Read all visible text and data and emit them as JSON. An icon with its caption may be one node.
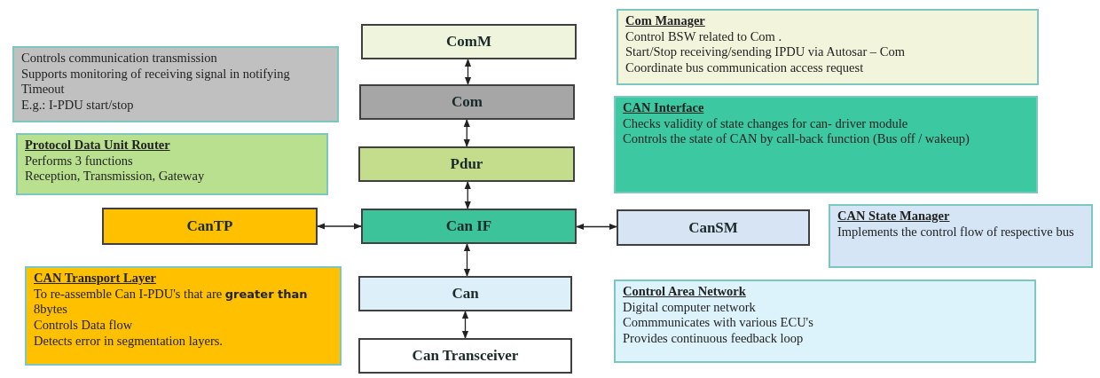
{
  "diagram": {
    "nodes": [
      {
        "text": [
          "ComM"
        ]
      },
      {
        "text": [
          "Com Manager",
          "Control BSW related to Com .",
          "Start/Stop receiving/sending IPDU via Autosar – Com",
          "Coordinate bus communication access request"
        ]
      },
      {
        "text": [
          "Controls communication transmission",
          "Supports monitoring of receiving signal in notifying Timeout",
          "E.g.: I-PDU start/stop"
        ]
      },
      {
        "text": [
          "Com"
        ]
      },
      {
        "text": [
          "CAN Interface",
          "Checks validity of state changes for can- driver module",
          "Controls the state of CAN by call-back function (Bus off / wakeup)"
        ]
      },
      {
        "text": [
          "Protocol Data Unit Router",
          "Performs 3 functions",
          "Reception, Transmission, Gateway"
        ]
      },
      {
        "text": [
          "Pdur"
        ]
      },
      {
        "text": [
          "CanTP"
        ]
      },
      {
        "text": [
          "Can IF"
        ]
      },
      {
        "text": [
          "CanSM"
        ]
      },
      {
        "text": [
          "CAN State Manager",
          "Implements the control flow of respective bus"
        ]
      },
      {
        "text": [
          "CAN Transport Layer",
          "To re-assemble Can I-PDU's that are **greater than** 8bytes",
          "Controls Data flow",
          "Detects error in segmentation layers."
        ]
      },
      {
        "text": [
          "Can"
        ]
      },
      {
        "text": [
          "Control Area Network",
          "Digital computer network",
          "Commmunicates with various ECU's",
          "Provides continuous feedback loop"
        ]
      },
      {
        "text": [
          "Can Transceiver"
        ]
      }
    ],
    "edges": [
      {
        "from": 0,
        "to": 3,
        "arrow": "both"
      },
      {
        "from": 3,
        "to": 6,
        "arrow": "both"
      },
      {
        "from": 6,
        "to": 8,
        "arrow": "both"
      },
      {
        "from": 7,
        "to": 8,
        "arrow": "both"
      },
      {
        "from": 8,
        "to": 9,
        "arrow": "both"
      },
      {
        "from": 8,
        "to": 12,
        "arrow": "both"
      },
      {
        "from": 12,
        "to": 14,
        "arrow": "both"
      }
    ]
  }
}
